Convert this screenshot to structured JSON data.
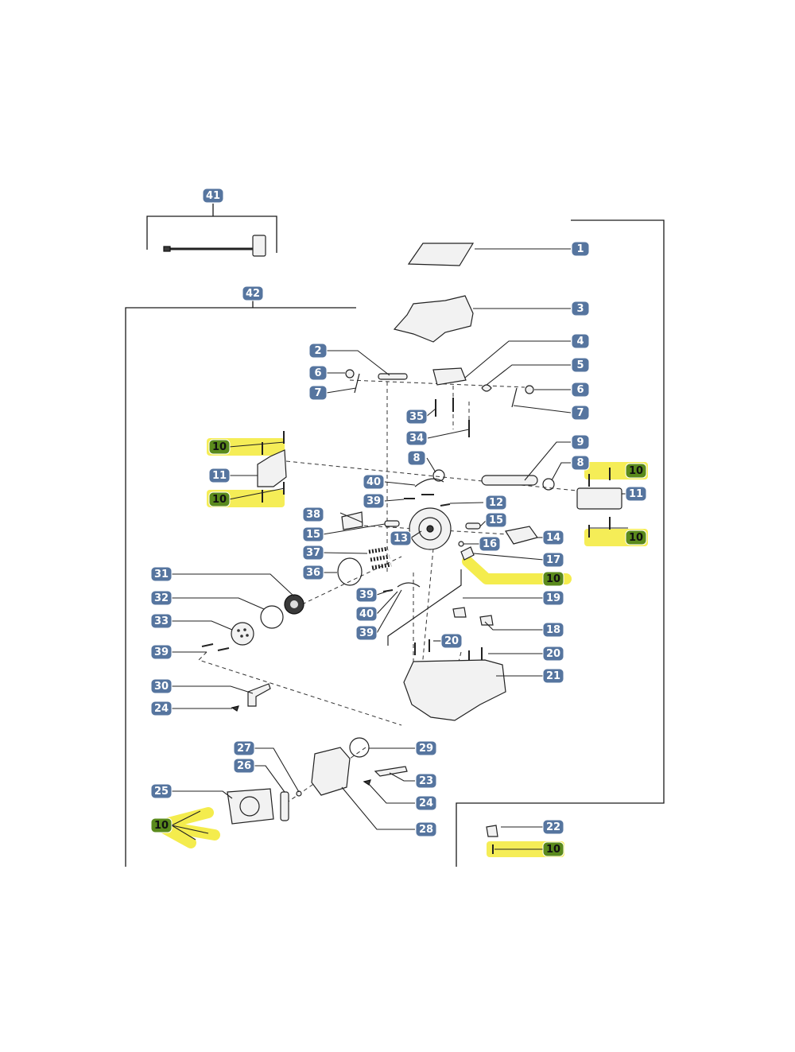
{
  "colors": {
    "badge": "#56759f",
    "badge_highlight": "#5a8a1c",
    "highlight": "#f3ea3a"
  },
  "callouts": [
    {
      "id": "c41",
      "label": "41"
    },
    {
      "id": "c42",
      "label": "42"
    },
    {
      "id": "c1",
      "label": "1"
    },
    {
      "id": "c3",
      "label": "3"
    },
    {
      "id": "c2",
      "label": "2"
    },
    {
      "id": "c4",
      "label": "4"
    },
    {
      "id": "c6a",
      "label": "6"
    },
    {
      "id": "c5",
      "label": "5"
    },
    {
      "id": "c7a",
      "label": "7"
    },
    {
      "id": "c6b",
      "label": "6"
    },
    {
      "id": "c35",
      "label": "35"
    },
    {
      "id": "c7b",
      "label": "7"
    },
    {
      "id": "c10a",
      "label": "10",
      "highlight": true
    },
    {
      "id": "c34",
      "label": "34"
    },
    {
      "id": "c9",
      "label": "9"
    },
    {
      "id": "c8a",
      "label": "8"
    },
    {
      "id": "c8b",
      "label": "8"
    },
    {
      "id": "c10b",
      "label": "10",
      "highlight": true
    },
    {
      "id": "c11a",
      "label": "11"
    },
    {
      "id": "c40a",
      "label": "40"
    },
    {
      "id": "c11b",
      "label": "11"
    },
    {
      "id": "c10c",
      "label": "10",
      "highlight": true
    },
    {
      "id": "c39a",
      "label": "39"
    },
    {
      "id": "c12",
      "label": "12"
    },
    {
      "id": "c38",
      "label": "38"
    },
    {
      "id": "c15a",
      "label": "15"
    },
    {
      "id": "c15b",
      "label": "15"
    },
    {
      "id": "c13",
      "label": "13"
    },
    {
      "id": "c14",
      "label": "14"
    },
    {
      "id": "c10d",
      "label": "10",
      "highlight": true
    },
    {
      "id": "c16",
      "label": "16"
    },
    {
      "id": "c37",
      "label": "37"
    },
    {
      "id": "c17",
      "label": "17"
    },
    {
      "id": "c36",
      "label": "36"
    },
    {
      "id": "c10e",
      "label": "10",
      "highlight": true
    },
    {
      "id": "c31",
      "label": "31"
    },
    {
      "id": "c39b",
      "label": "39"
    },
    {
      "id": "c19",
      "label": "19"
    },
    {
      "id": "c32",
      "label": "32"
    },
    {
      "id": "c40b",
      "label": "40"
    },
    {
      "id": "c33",
      "label": "33"
    },
    {
      "id": "c39c",
      "label": "39"
    },
    {
      "id": "c18",
      "label": "18"
    },
    {
      "id": "c20a",
      "label": "20"
    },
    {
      "id": "c39d",
      "label": "39"
    },
    {
      "id": "c20b",
      "label": "20"
    },
    {
      "id": "c21",
      "label": "21"
    },
    {
      "id": "c30",
      "label": "30"
    },
    {
      "id": "c24a",
      "label": "24"
    },
    {
      "id": "c27",
      "label": "27"
    },
    {
      "id": "c29",
      "label": "29"
    },
    {
      "id": "c26",
      "label": "26"
    },
    {
      "id": "c23",
      "label": "23"
    },
    {
      "id": "c25",
      "label": "25"
    },
    {
      "id": "c24b",
      "label": "24"
    },
    {
      "id": "c22",
      "label": "22"
    },
    {
      "id": "c10f",
      "label": "10",
      "highlight": true
    },
    {
      "id": "c28",
      "label": "28"
    },
    {
      "id": "c10g",
      "label": "10",
      "highlight": true
    }
  ]
}
